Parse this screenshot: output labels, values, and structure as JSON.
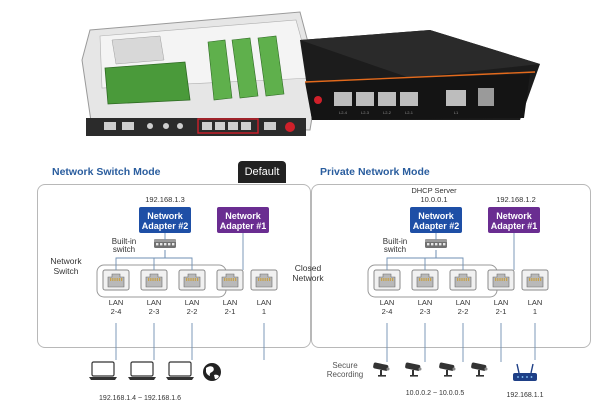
{
  "modes": {
    "switch": {
      "title": "Network Switch Mode",
      "badge": "Default",
      "ip_top": "192.168.1.3",
      "adapter2": [
        "Network",
        "Adapter #2"
      ],
      "adapter1": [
        "Network",
        "Adapter #1"
      ],
      "builtin": [
        "Built-in",
        "switch"
      ],
      "group_label": [
        "Network",
        "Switch"
      ],
      "ports": [
        [
          "LAN",
          "2-4"
        ],
        [
          "LAN",
          "2-3"
        ],
        [
          "LAN",
          "2-2"
        ],
        [
          "LAN",
          "2-1"
        ],
        [
          "LAN",
          "1"
        ]
      ],
      "ip_bottom": "192.168.1.4 ~ 192.168.1.6"
    },
    "private": {
      "title": "Private Network Mode",
      "dhcp": "DHCP Server",
      "dhcp_ip": "10.0.0.1",
      "ip_top": "192.168.1.2",
      "adapter2": [
        "Network",
        "Adapter #2"
      ],
      "adapter1": [
        "Network",
        "Adapter #1"
      ],
      "builtin": [
        "Built-in",
        "switch"
      ],
      "group_label": [
        "Closed",
        "Network"
      ],
      "ports": [
        [
          "LAN",
          "2-4"
        ],
        [
          "LAN",
          "2-3"
        ],
        [
          "LAN",
          "2-2"
        ],
        [
          "LAN",
          "2-1"
        ],
        [
          "LAN",
          "1"
        ]
      ],
      "secure": [
        "Secure",
        "Recording"
      ],
      "ip_bottom": "10.0.0.2 ~ 10.0.0.5",
      "ip_router": "192.168.1.1"
    }
  },
  "hero": {
    "port_labels": [
      "L2-4",
      "L2-3",
      "L2-2",
      "L2-1",
      "L1"
    ]
  },
  "colors": {
    "adapter2": "#1e4fa6",
    "adapter1": "#6a2d91",
    "title": "#2a5d9e",
    "line": "#6f8fb3",
    "accent_red": "#d0202a"
  },
  "icons": {
    "laptop": "laptop-icon",
    "globe": "globe-icon",
    "camera": "security-camera-icon",
    "router": "router-icon",
    "switch": "switch-icon",
    "rj45": "rj45-port-icon"
  }
}
